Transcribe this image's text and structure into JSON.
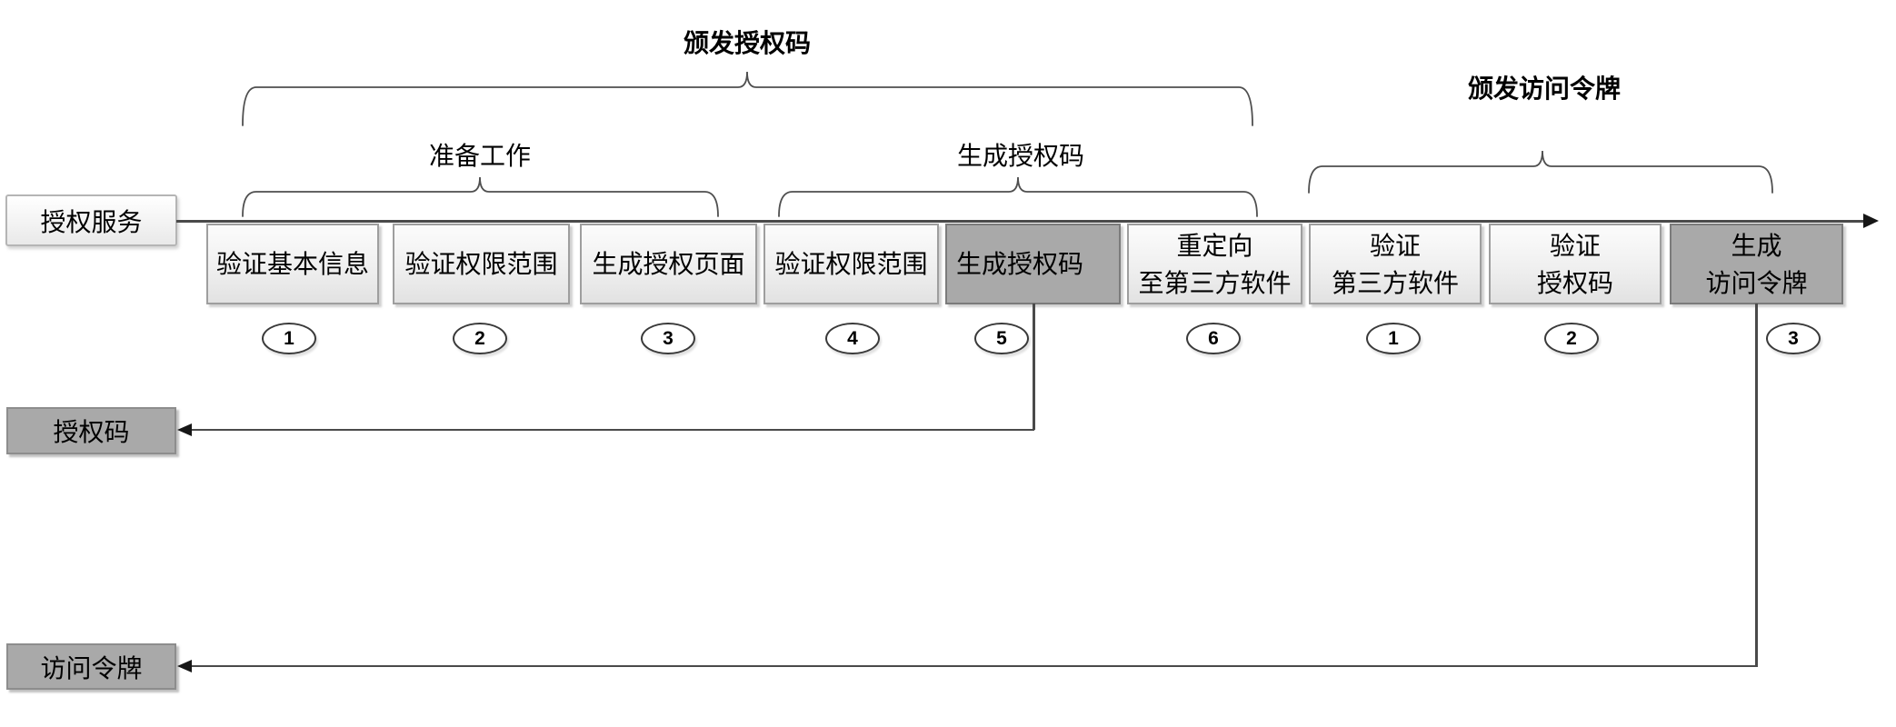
{
  "diagram": {
    "labels": {
      "phase_issue_code": "颁发授权码",
      "phase_issue_token": "颁发访问令牌",
      "group_prep": "准备工作",
      "group_gen_code": "生成授权码",
      "lane": "授权服务",
      "auth_code": "授权码",
      "access_token": "访问令牌"
    },
    "steps": [
      {
        "num": "1",
        "line1": "验证基本信息",
        "variant": "light"
      },
      {
        "num": "2",
        "line1": "验证权限范围",
        "variant": "light"
      },
      {
        "num": "3",
        "line1": "生成授权页面",
        "variant": "light"
      },
      {
        "num": "4",
        "line1": "验证权限范围",
        "variant": "light"
      },
      {
        "num": "5",
        "line1": "生成授权码",
        "variant": "dark"
      },
      {
        "num": "6",
        "line1": "重定向",
        "line2": "至第三方软件",
        "variant": "light"
      },
      {
        "num": "1",
        "line1": "验证",
        "line2": "第三方软件",
        "variant": "light"
      },
      {
        "num": "2",
        "line1": "验证",
        "line2": "授权码",
        "variant": "light"
      },
      {
        "num": "3",
        "line1": "生成",
        "line2": "访问令牌",
        "variant": "dark"
      }
    ],
    "colors": {
      "dark_step_fill": "#a9a9a9",
      "light_step_fill_top": "#fcfcfc",
      "light_step_fill_bottom": "#e2e2e2",
      "step_border": "#9e9e9e",
      "dark_step_border": "#7b7b7b",
      "connector_line": "#4a4a4a",
      "brace_stroke": "#4f4f4f",
      "text": "#000000"
    }
  }
}
